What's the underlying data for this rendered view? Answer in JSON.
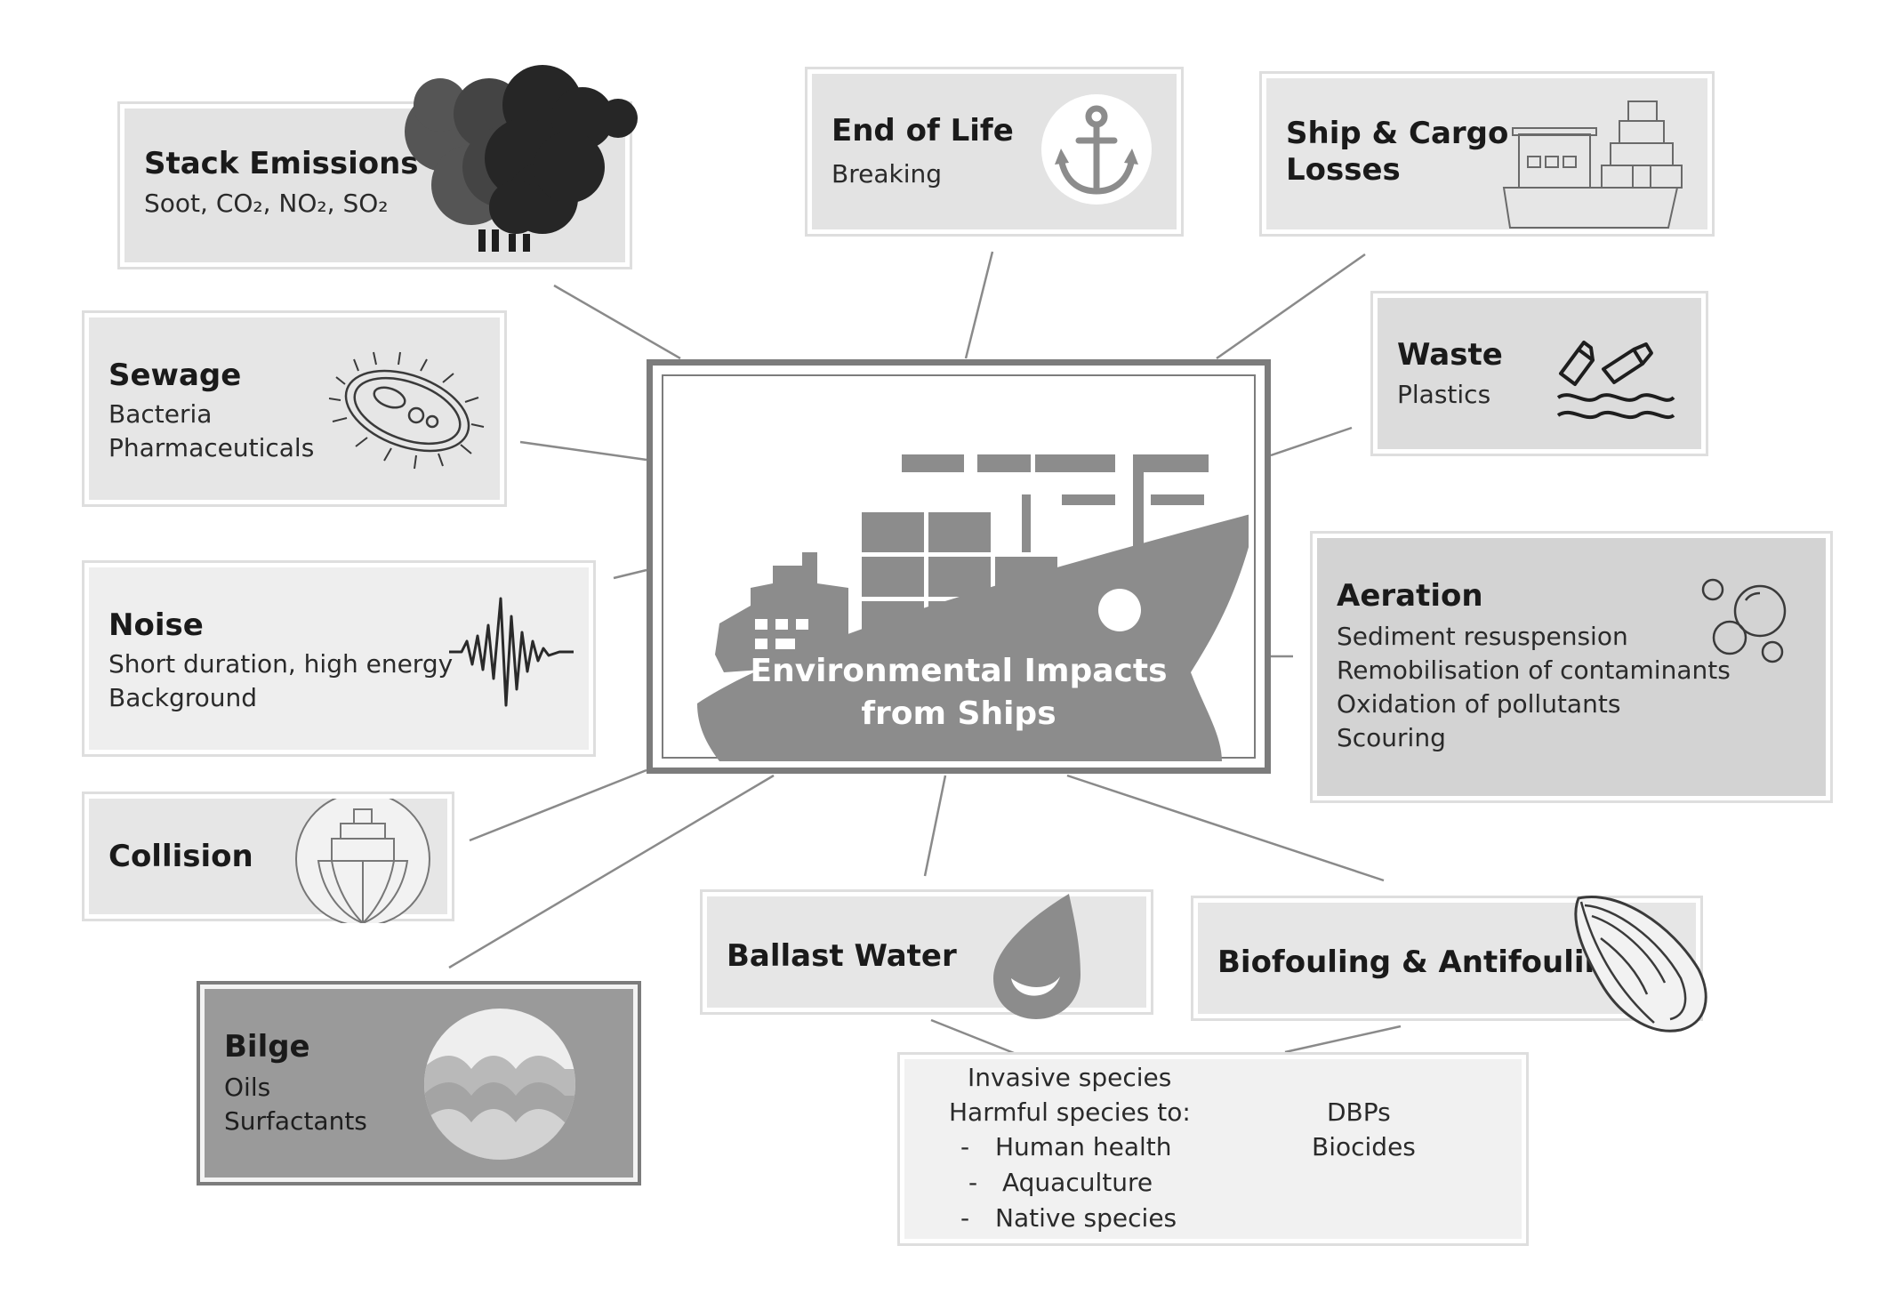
{
  "centre": {
    "title_line1": "Environmental Impacts",
    "title_line2": "from Ships"
  },
  "boxes": {
    "stack": {
      "title": "Stack Emissions",
      "line1": "Soot, CO₂, NO₂, SO₂"
    },
    "end_of_life": {
      "title": "End of Life",
      "line1": "Breaking"
    },
    "ship_cargo": {
      "title_line1": "Ship & Cargo",
      "title_line2": "Losses"
    },
    "sewage": {
      "title": "Sewage",
      "line1": "Bacteria",
      "line2": "Pharmaceuticals"
    },
    "waste": {
      "title": "Waste",
      "line1": "Plastics"
    },
    "noise": {
      "title": "Noise",
      "line1": "Short duration, high energy",
      "line2": "Background"
    },
    "aeration": {
      "title": "Aeration",
      "line1": "Sediment resuspension",
      "line2": "Remobilisation of contaminants",
      "line3": "Oxidation of pollutants",
      "line4": "Scouring"
    },
    "collision": {
      "title": "Collision"
    },
    "ballast": {
      "title": "Ballast Water"
    },
    "biofouling": {
      "title": "Biofouling & Antifouling"
    },
    "bilge": {
      "title": "Bilge",
      "line1": "Oils",
      "line2": "Surfactants"
    }
  },
  "effects": {
    "ballast_line1": "Invasive species",
    "ballast_line2": "Harmful species to:",
    "ballast_item1": "Human health",
    "ballast_item2": "Aquaculture",
    "ballast_item3": "Native species",
    "dash": "-",
    "biofouling_line1": "DBPs",
    "biofouling_line2": "Biocides"
  },
  "colors": {
    "line": "#8a8a8a",
    "box_light": "#eeeeee",
    "box_mid": "#e3e3e3",
    "box_dark": "#9a9a9a",
    "ship": "#8c8c8c"
  }
}
